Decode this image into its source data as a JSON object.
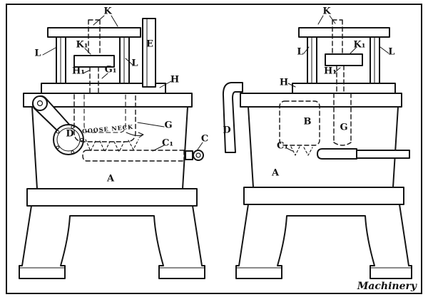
{
  "figure": {
    "signature": "Machinery",
    "goose_neck_label": "GOOSE NECK"
  },
  "colors": {
    "ink": "#141414",
    "paper": "#ffffff"
  },
  "labels": {
    "left_machine": {
      "K": "K",
      "L_left": "L",
      "K1": "K₁",
      "E": "E",
      "L_right": "L",
      "H1": "H₁",
      "G1": "G₁",
      "H": "H",
      "G": "G",
      "C1": "C₁",
      "C": "C",
      "D": "D",
      "A": "A"
    },
    "right_machine": {
      "K": "K",
      "L_left": "L",
      "K1": "K₁",
      "L_right": "L",
      "H1": "H₁",
      "H": "H",
      "D": "D",
      "B": "B",
      "G": "G",
      "C1": "C₁",
      "A": "A"
    }
  }
}
